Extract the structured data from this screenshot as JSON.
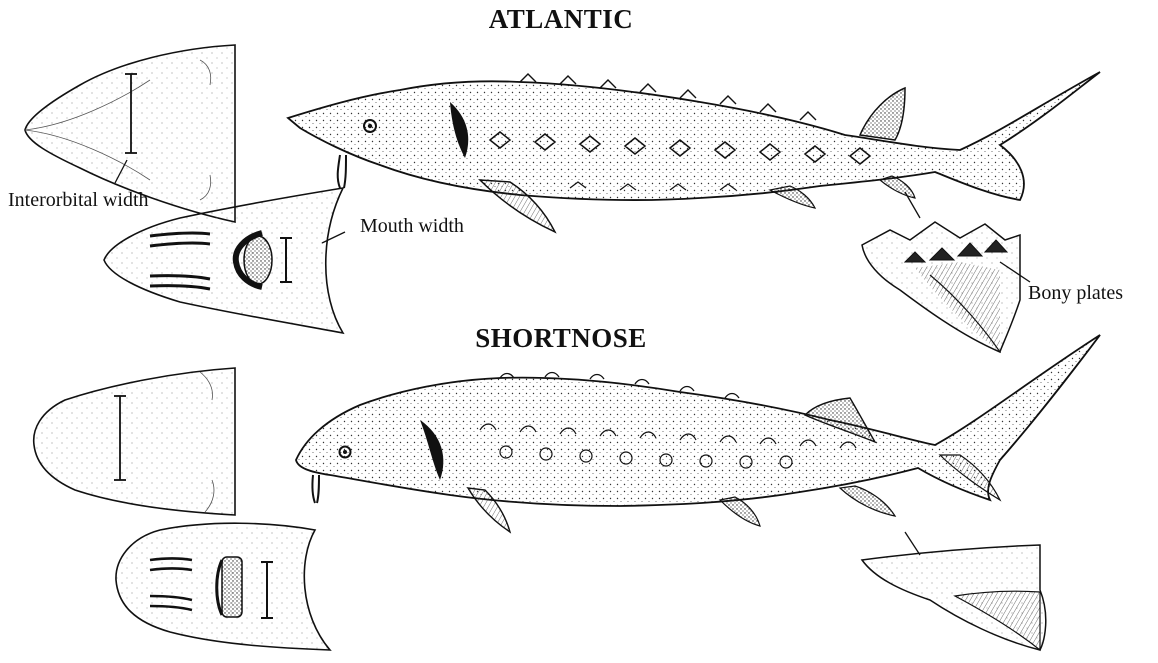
{
  "sections": [
    {
      "title": "ATLANTIC"
    },
    {
      "title": "SHORTNOSE"
    }
  ],
  "labels": {
    "interorbital": "Interorbital width",
    "mouth": "Mouth width",
    "plates": "Bony plates"
  },
  "palette": {
    "ink": "#111111",
    "paper": "#ffffff",
    "stipple": "#444444"
  }
}
